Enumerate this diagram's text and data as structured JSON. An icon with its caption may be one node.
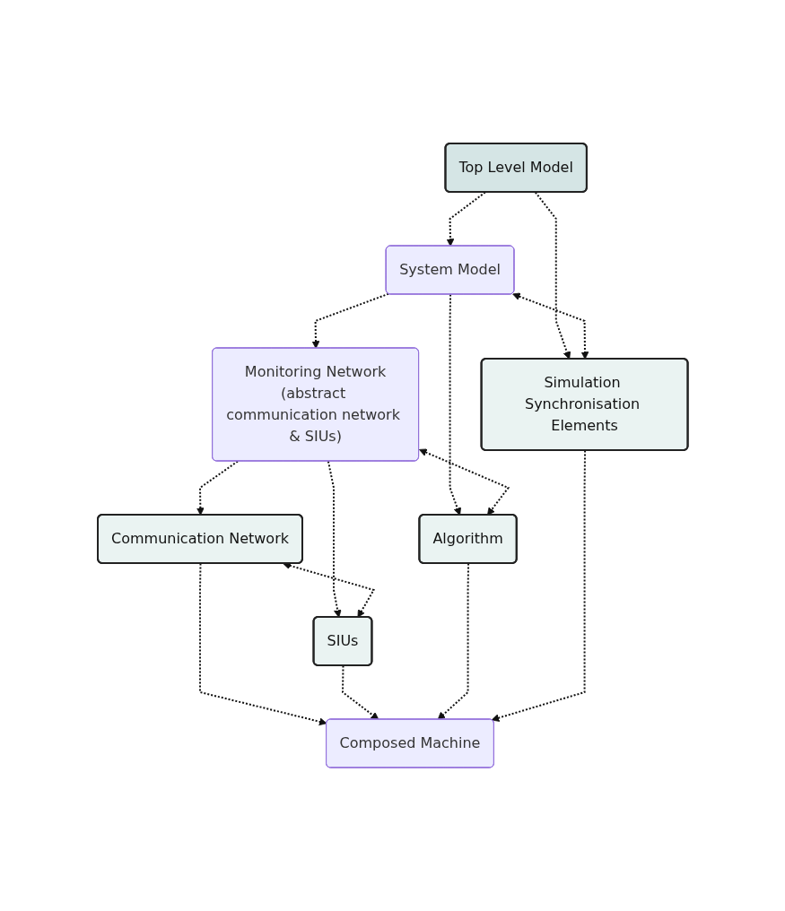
{
  "diagram": {
    "nodes": [
      {
        "text": [
          "Top Level Model"
        ]
      },
      {
        "text": [
          "System Model"
        ]
      },
      {
        "text": [
          "Simulation Synchronisation Elements"
        ]
      },
      {
        "text": [
          "Monitoring Network",
          "(abstract communication network & SIUs)"
        ]
      },
      {
        "text": [
          "Algorithm"
        ]
      },
      {
        "text": [
          "Communication Network"
        ]
      },
      {
        "text": [
          "SIUs"
        ]
      },
      {
        "text": [
          "Composed Machine"
        ]
      }
    ],
    "edges": [
      {
        "from": 0,
        "to": 1,
        "arrow": "to",
        "style": "dashed"
      },
      {
        "from": 0,
        "to": 2,
        "arrow": "to",
        "style": "dashed"
      },
      {
        "from": 1,
        "to": 2,
        "arrow": "both",
        "style": "dashed"
      },
      {
        "from": 1,
        "to": 3,
        "arrow": "to",
        "style": "dashed"
      },
      {
        "from": 1,
        "to": 4,
        "arrow": "to",
        "style": "dashed"
      },
      {
        "from": 3,
        "to": 4,
        "arrow": "both",
        "style": "dashed"
      },
      {
        "from": 3,
        "to": 5,
        "arrow": "to",
        "style": "dashed"
      },
      {
        "from": 3,
        "to": 6,
        "arrow": "to",
        "style": "dashed"
      },
      {
        "from": 5,
        "to": 6,
        "arrow": "both",
        "style": "dashed"
      },
      {
        "from": 5,
        "to": 7,
        "arrow": "to",
        "style": "dashed"
      },
      {
        "from": 6,
        "to": 7,
        "arrow": "to",
        "style": "dashed"
      },
      {
        "from": 4,
        "to": 7,
        "arrow": "to",
        "style": "dashed"
      },
      {
        "from": 2,
        "to": 7,
        "arrow": "to",
        "style": "dashed"
      }
    ]
  }
}
